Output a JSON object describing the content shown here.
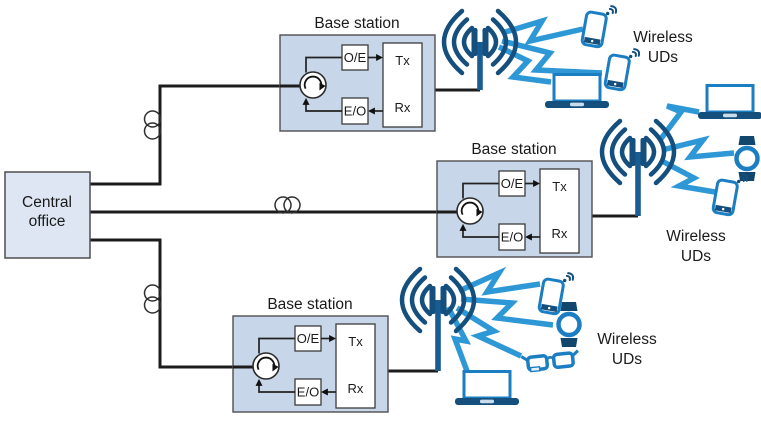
{
  "central_office": {
    "line1": "Central",
    "line2": "office"
  },
  "stations": [
    {
      "title": "Base station",
      "oe": "O/E",
      "eo": "E/O",
      "tx": "Tx",
      "rx": "Rx"
    },
    {
      "title": "Base station",
      "oe": "O/E",
      "eo": "E/O",
      "tx": "Tx",
      "rx": "Rx"
    },
    {
      "title": "Base station",
      "oe": "O/E",
      "eo": "E/O",
      "tx": "Tx",
      "rx": "Rx"
    }
  ],
  "wireless_groups": [
    {
      "line1": "Wireless",
      "line2": "UDs",
      "devices": [
        "smartphone",
        "smartphone",
        "laptop"
      ]
    },
    {
      "line1": "Wireless",
      "line2": "UDs",
      "devices": [
        "laptop",
        "smartwatch",
        "smartphone"
      ]
    },
    {
      "line1": "Wireless",
      "line2": "UDs",
      "devices": [
        "smartphone",
        "smartwatch",
        "smart-glasses",
        "laptop"
      ]
    }
  ],
  "icons": {
    "antenna": "cell-tower-antenna",
    "fiber_coil": "fiber-loop",
    "circulator": "optical-circulator",
    "wireless_link": "lightning-bolt"
  },
  "colors": {
    "office_fill": "#dde6f2",
    "station_fill": "#c8d6e9",
    "box_border": "#4f4f4f",
    "fiber_line": "#1c1c1c",
    "device_blue": "#1b7ec2",
    "navy": "#144f7d",
    "bolt_blue": "#2e97d5",
    "mast_blue": "#1a5d93"
  }
}
